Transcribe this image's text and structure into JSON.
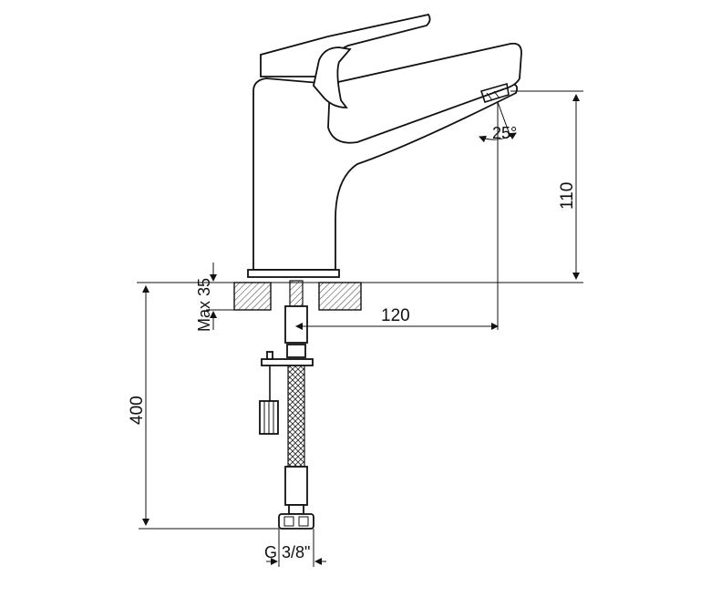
{
  "dimensions": {
    "height_spout": "110",
    "reach": "120",
    "max_thickness": "Max 35",
    "hose_length": "400",
    "connection": "G 3/8\"",
    "angle": "25°"
  },
  "colors": {
    "line": "#111111",
    "background": "#ffffff",
    "hatch": "#333333"
  }
}
